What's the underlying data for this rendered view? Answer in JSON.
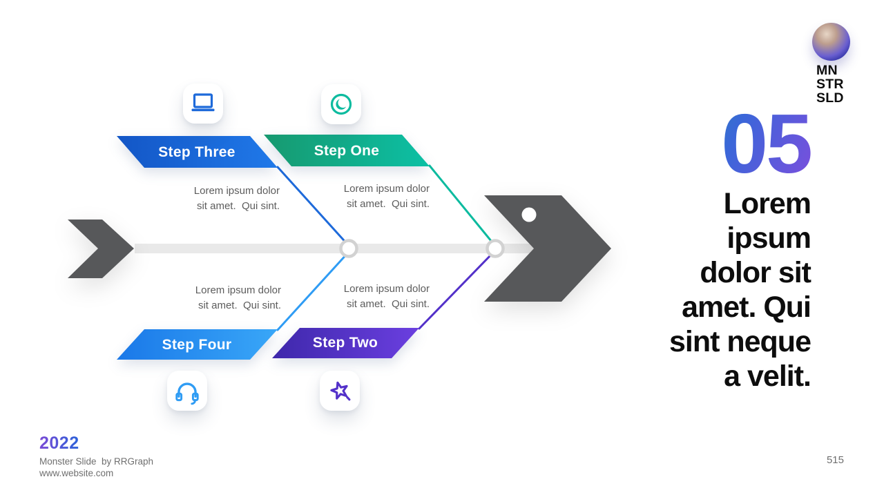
{
  "logo": {
    "text": "MN\nSTR\nSLD"
  },
  "right_panel": {
    "number": "05",
    "heading": "Lorem\nipsum\ndolor sit\namet. Qui\nsint neque\na velit."
  },
  "diagram": {
    "steps": {
      "one": {
        "label": "Step One",
        "desc": "Lorem ipsum dolor\nsit amet.  Qui sint.",
        "accent": "#0dbb9f",
        "grad_from": "#17996f",
        "grad_to": "#0cc0a5",
        "icon": "moon-icon"
      },
      "two": {
        "label": "Step Two",
        "desc": "Lorem ipsum dolor\nsit amet.  Qui sint.",
        "accent": "#5331c9",
        "grad_from": "#3e28ab",
        "grad_to": "#6b3fe0",
        "icon": "star-icon"
      },
      "three": {
        "label": "Step Three",
        "desc": "Lorem ipsum dolor\nsit amet.  Qui sint.",
        "accent": "#1e6ada",
        "grad_from": "#1356c6",
        "grad_to": "#2079e9",
        "icon": "laptop-icon"
      },
      "four": {
        "label": "Step Four",
        "desc": "Lorem ipsum dolor\nsit amet.  Qui sint.",
        "accent": "#2f9cf4",
        "grad_from": "#1a78e8",
        "grad_to": "#39a7f8",
        "icon": "headset-icon"
      }
    },
    "colors": {
      "arrow_gray": "#57585a",
      "spine_gray": "#e9e9e9",
      "node_ring": "#d2d2d2",
      "node_fill": "#ffffff",
      "eye_white": "#ffffff"
    }
  },
  "accents": {
    "number_gradient": [
      "#18a193",
      "#3b66d9",
      "#7a4fdd"
    ],
    "year_gradient": [
      "#7a4ad6",
      "#2b63d9"
    ]
  },
  "footer": {
    "year": "2022",
    "credit": "Monster Slide  by RRGraph",
    "website": "www.website.com",
    "page": "515"
  }
}
